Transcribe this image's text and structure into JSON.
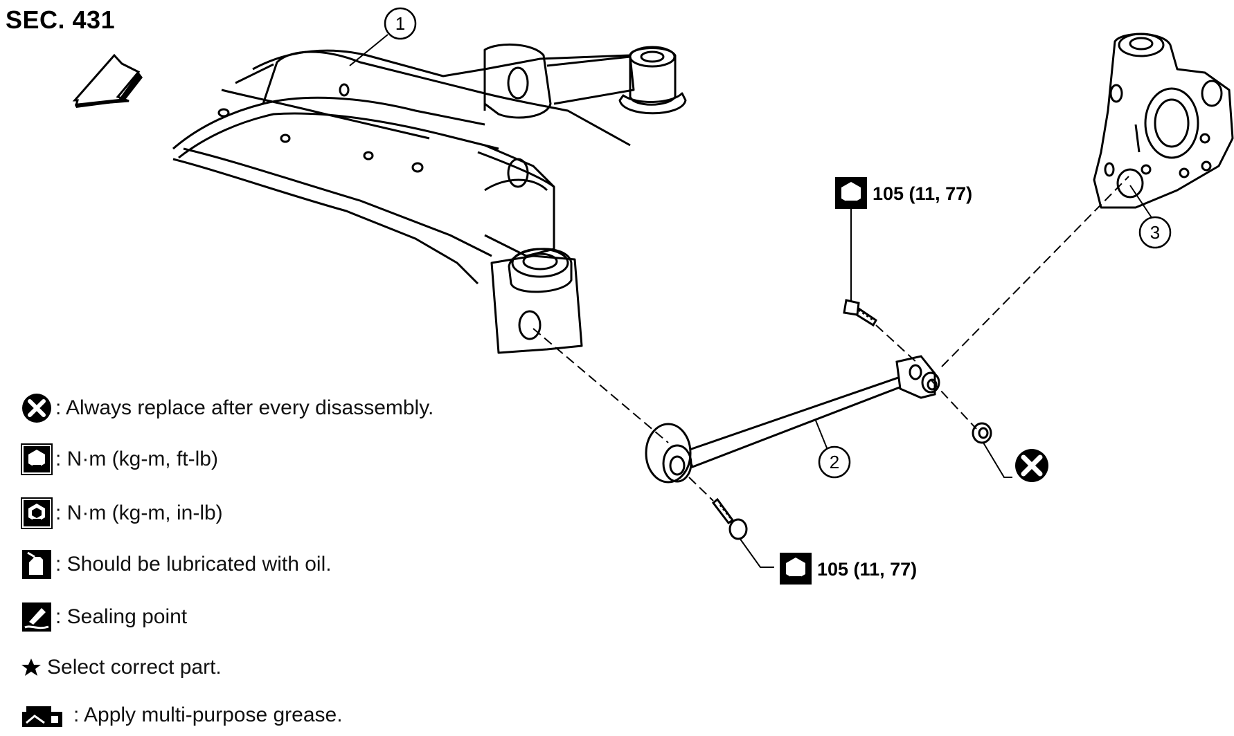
{
  "section_label": "SEC. 431",
  "callouts": {
    "part1": "1",
    "part2": "2",
    "part3": "3"
  },
  "torque_specs": {
    "upper_bolt": "105 (11, 77)",
    "lower_bolt": "105 (11, 77)"
  },
  "legend": [
    {
      "icon": "replace-x-icon",
      "text": ": Always replace after every disassembly."
    },
    {
      "icon": "torque-wrench-icon",
      "text": ": N·m (kg-m, ft-lb)"
    },
    {
      "icon": "torque-wrench-small-icon",
      "text": ": N·m (kg-m, in-lb)"
    },
    {
      "icon": "oil-can-icon",
      "text": ": Should be lubricated with oil."
    },
    {
      "icon": "sealant-icon",
      "text": ": Sealing point"
    },
    {
      "icon": "star-icon",
      "text": "Select correct part."
    },
    {
      "icon": "grease-icon",
      "text": ": Apply multi-purpose grease."
    }
  ],
  "colors": {
    "ink": "#000000",
    "paper": "#ffffff"
  }
}
